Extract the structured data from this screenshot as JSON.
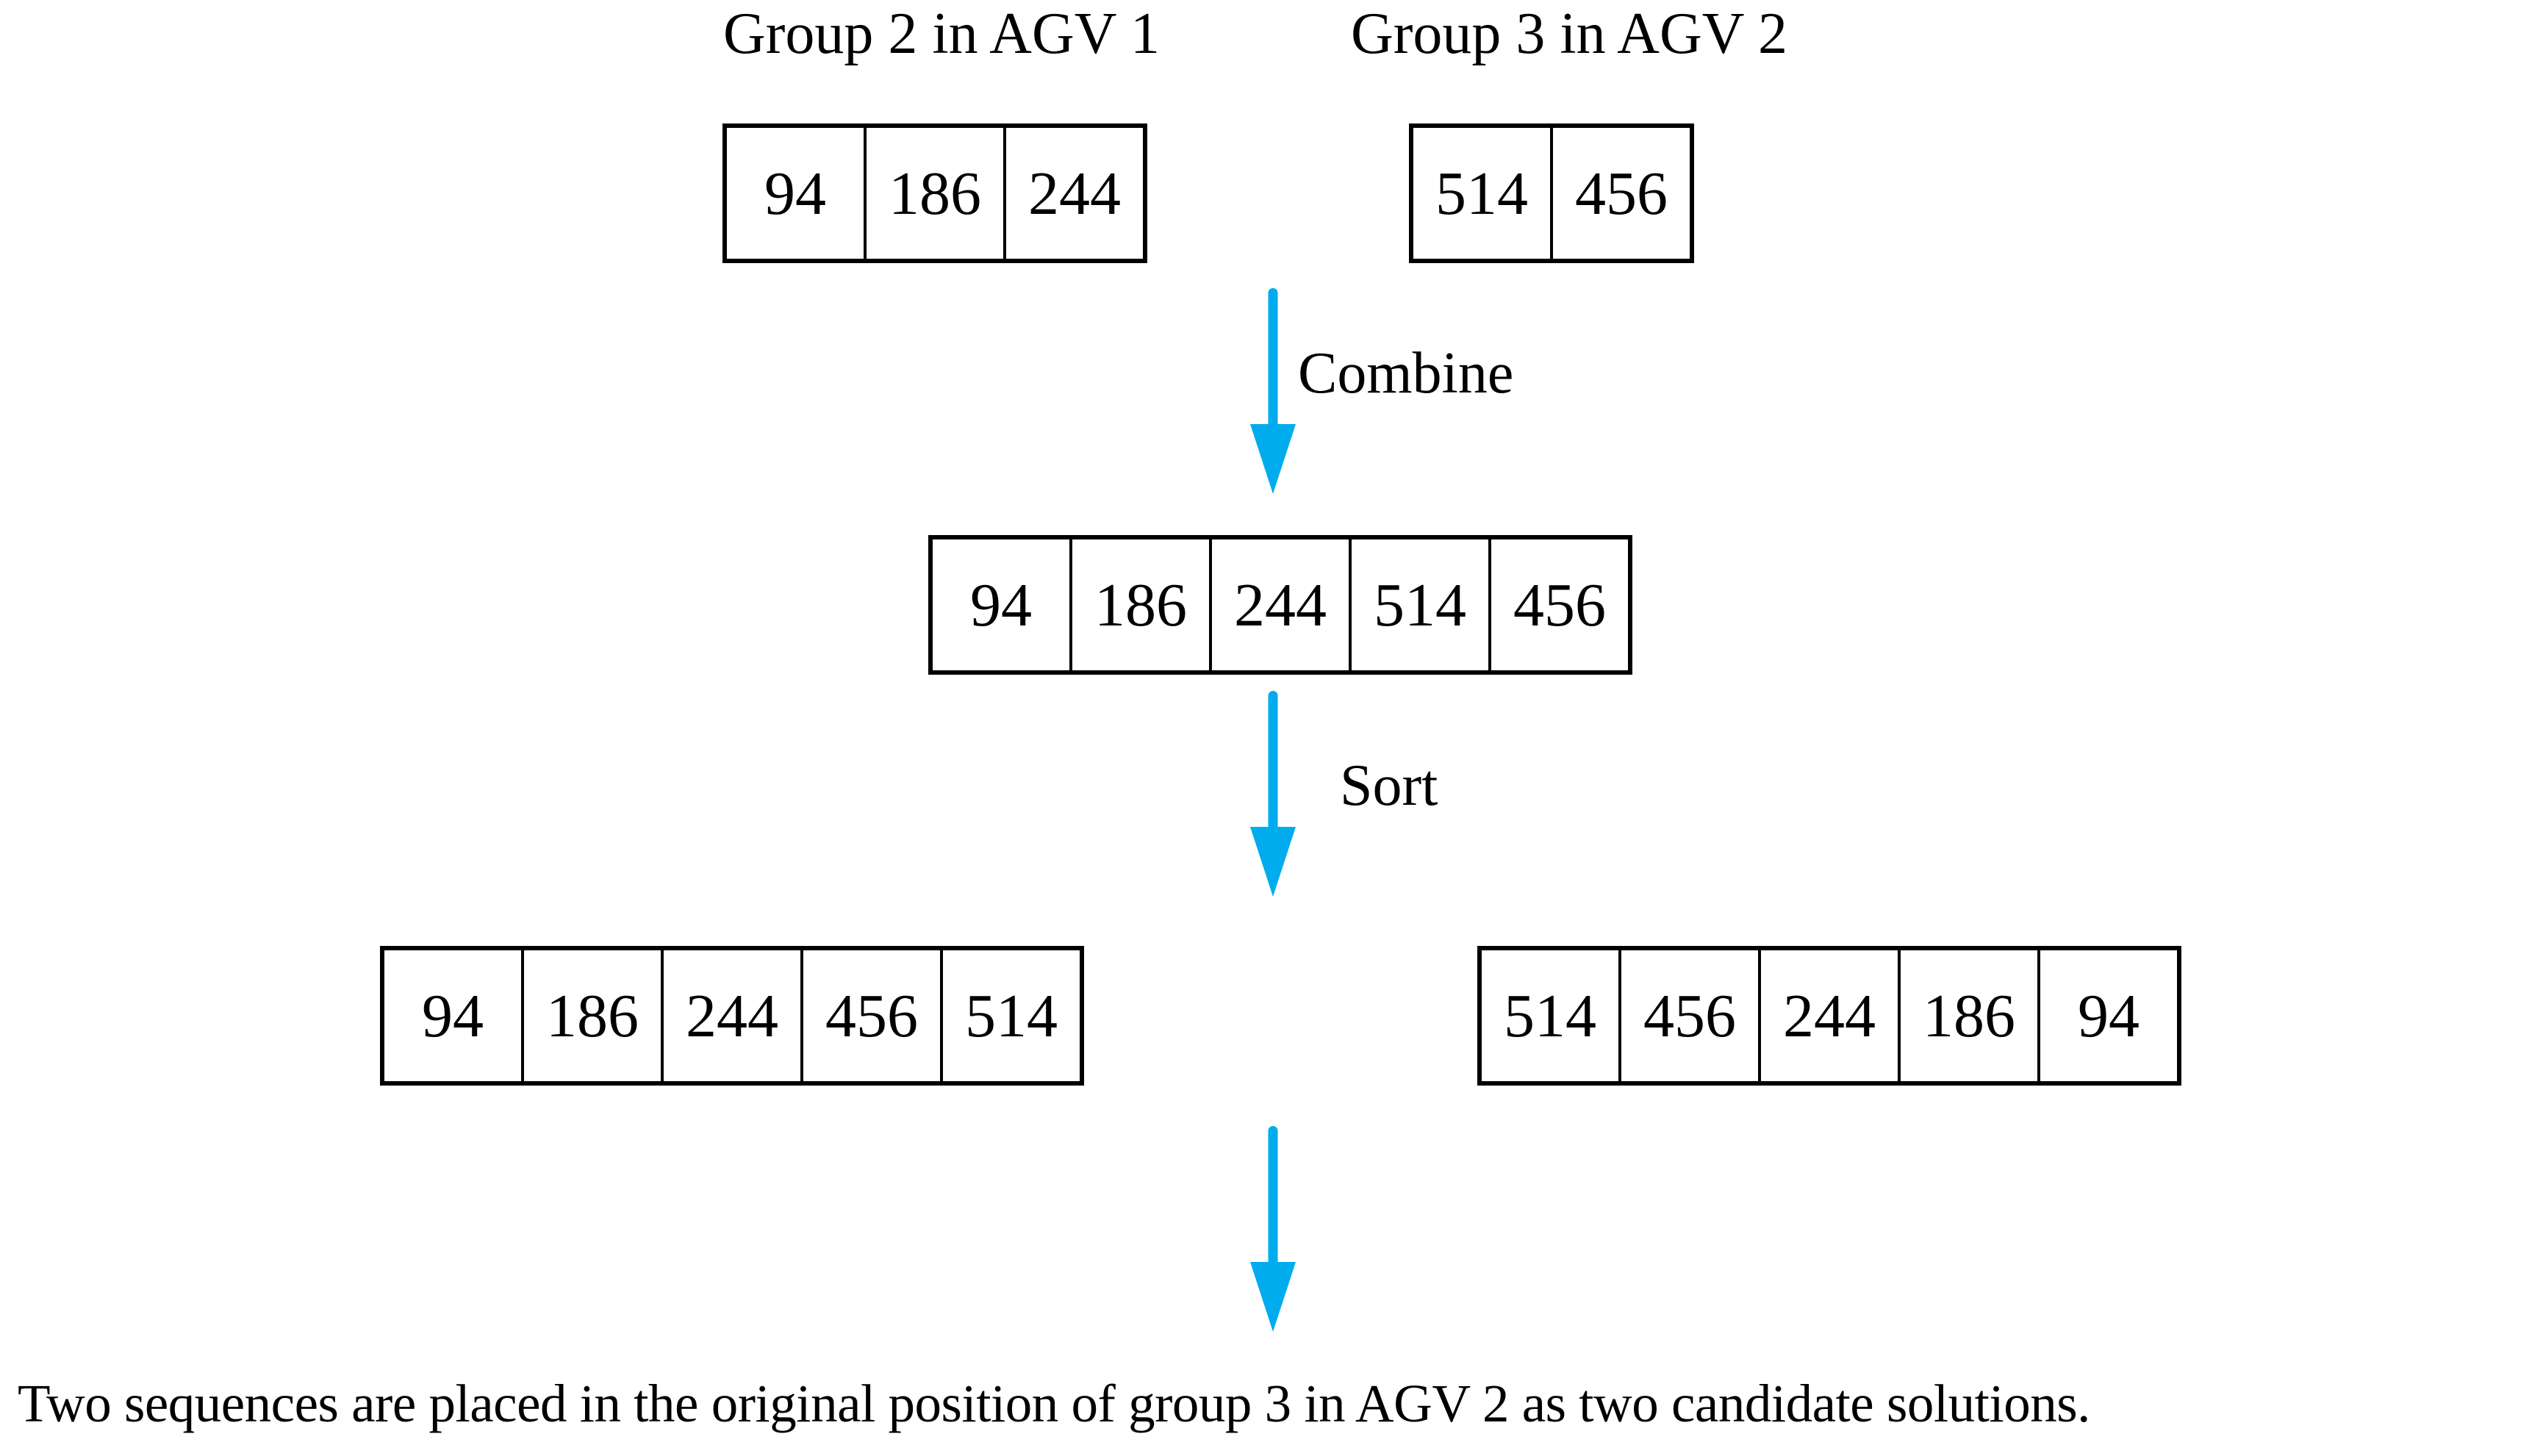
{
  "diagram": {
    "labels": {
      "group2": "Group 2 in AGV 1",
      "group3": "Group 3 in AGV 2"
    },
    "boxes": {
      "group2": [
        "94",
        "186",
        "244"
      ],
      "group3": [
        "514",
        "456"
      ],
      "combined": [
        "94",
        "186",
        "244",
        "514",
        "456"
      ],
      "sorted_ascending": [
        "94",
        "186",
        "244",
        "456",
        "514"
      ],
      "sorted_descending": [
        "514",
        "456",
        "244",
        "186",
        "94"
      ]
    },
    "arrows": {
      "combine_label": "Combine",
      "sort_label": "Sort"
    },
    "caption": "Two sequences are placed in the original position of group 3 in AGV 2 as two candidate solutions.",
    "colors": {
      "arrow": "#00ACEE",
      "border": "#000000",
      "text": "#000000",
      "background": "#FFFFFF"
    }
  }
}
